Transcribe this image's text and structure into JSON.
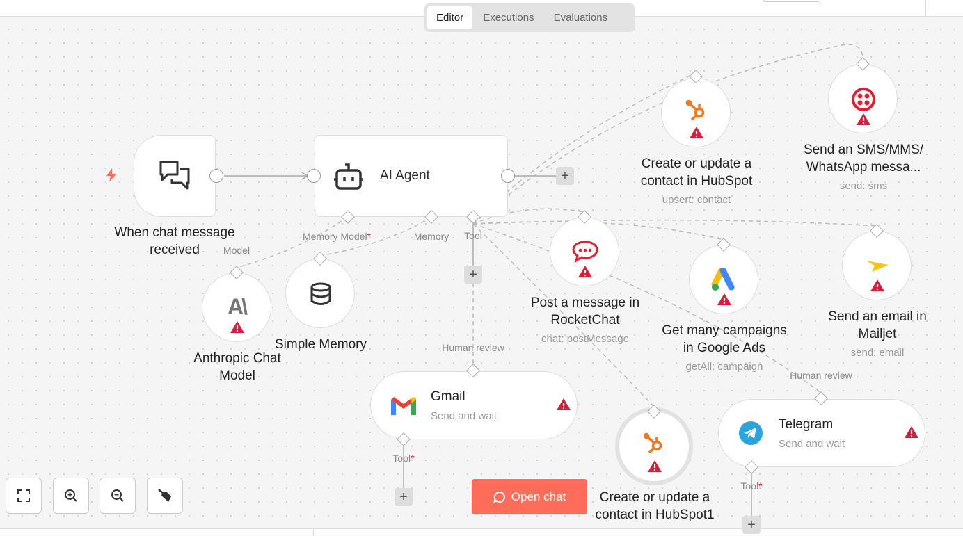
{
  "tabs": [
    "Editor",
    "Executions",
    "Evaluations"
  ],
  "trigger": {
    "label_line1": "When chat message",
    "label_line2": "received"
  },
  "agent": {
    "title": "AI Agent",
    "ports": {
      "model": "Model",
      "memory_model": "Memory Model",
      "memory": "Memory",
      "tool": "Tool",
      "required": "*"
    }
  },
  "nodes": {
    "anthropic": {
      "line1": "Anthropic Chat",
      "line2": "Model",
      "port_label": "Model"
    },
    "memory": {
      "line1": "Simple Memory"
    },
    "hubspot": {
      "line1": "Create or update a",
      "line2": "contact in HubSpot",
      "sub": "upsert: contact"
    },
    "twilio": {
      "line1": "Send an SMS/MMS/",
      "line2": "WhatsApp messa...",
      "sub": "send: sms"
    },
    "rocketchat": {
      "line1": "Post a message in",
      "line2": "RocketChat",
      "sub": "chat: postMessage"
    },
    "googleads": {
      "line1": "Get many campaigns",
      "line2": "in Google Ads",
      "sub": "getAll: campaign"
    },
    "mailjet": {
      "line1": "Send an email in",
      "line2": "Mailjet",
      "sub": "send: email"
    },
    "hubspot1": {
      "line1": "Create or update a",
      "line2": "contact in HubSpot1"
    },
    "gmail": {
      "title": "Gmail",
      "sub": "Send and wait",
      "port_top": "Human review",
      "port_bottom": "Tool"
    },
    "telegram": {
      "title": "Telegram",
      "sub": "Send and wait",
      "port_top": "Human review",
      "port_bottom": "Tool"
    }
  },
  "open_chat": "Open chat",
  "colors": {
    "accent": "#ff6d5a",
    "warning": "#e0193a",
    "hubspot": "#f57722",
    "twilio": "#e31e2f"
  }
}
